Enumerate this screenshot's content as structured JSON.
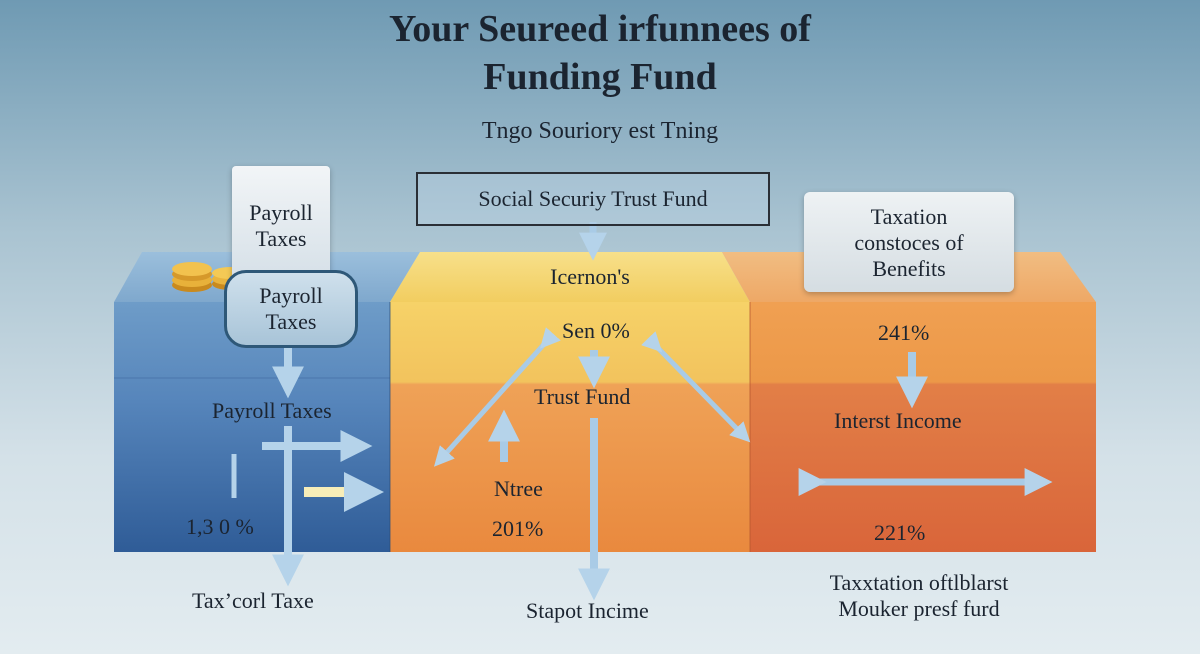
{
  "title_line1": "Your Seureed irfunnees of",
  "title_line2": "Funding Fund",
  "subtitle": "Tngo Souriory est Tning",
  "top_box": "Social Securiy Trust Fund",
  "left": {
    "card_line1": "Payroll",
    "card_line2": "Taxes",
    "pill_line1": "Payroll",
    "pill_line2": "Taxes",
    "mid_label": "Payroll Taxes",
    "percent": "1,3 0 %",
    "below": "Tax’corl Taxe"
  },
  "middle": {
    "top_label": "Icernon's",
    "percent_top": "Sen 0%",
    "mid_label": "Trust Fund",
    "small_label": "Ntree",
    "percent_bottom": "201%",
    "below": "Stapot Incime"
  },
  "right": {
    "card_line1": "Taxation",
    "card_line2": "constoces of",
    "card_line3": "Benefits",
    "percent_top": "241%",
    "mid_label": "Interst Income",
    "percent_bottom": "221%",
    "below_line1": "Taxxtation oftlblarst",
    "below_line2": "Mouker presf furd"
  },
  "colors": {
    "blue_top": "#6e9cc4",
    "blue_bottom": "#3b68a3",
    "yellow_top": "#f1cf62",
    "orange_mid": "#ec9a45",
    "orange_right": "#e06f3f",
    "arrow": "#a9cbe6"
  }
}
